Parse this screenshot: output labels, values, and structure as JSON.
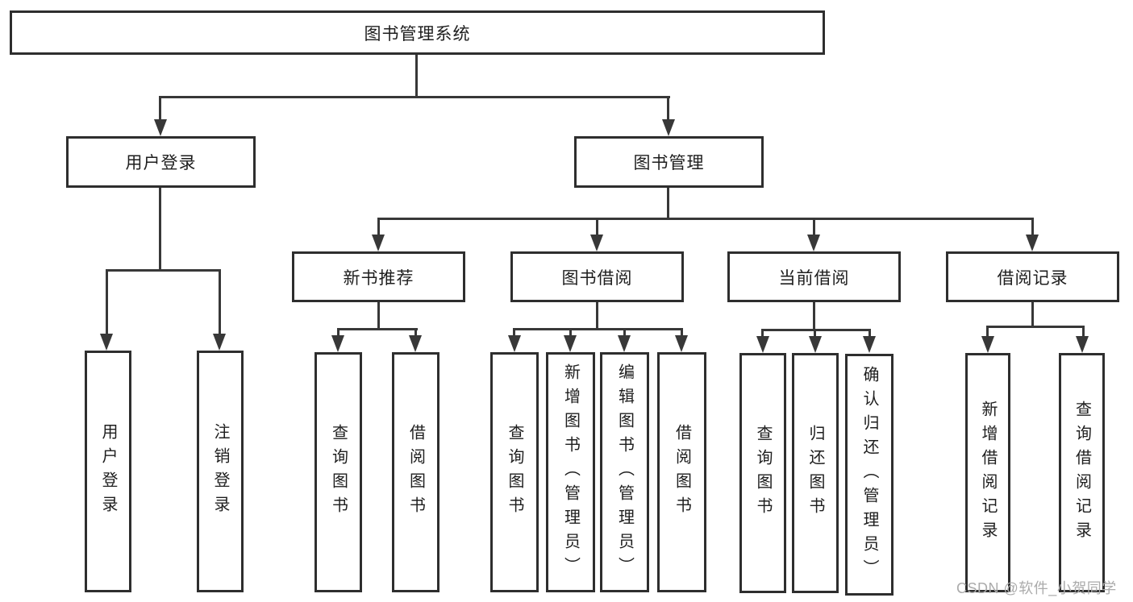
{
  "tree": {
    "root": "图书管理系统",
    "branches": [
      {
        "label": "用户登录",
        "leaves": [
          "用户登录",
          "注销登录"
        ]
      },
      {
        "label": "图书管理",
        "groups": [
          {
            "label": "新书推荐",
            "leaves": [
              "查询图书",
              "借阅图书"
            ]
          },
          {
            "label": "图书借阅",
            "leaves": [
              "查询图书",
              "新增图书（管理员）",
              "编辑图书（管理员）",
              "借阅图书"
            ]
          },
          {
            "label": "当前借阅",
            "leaves": [
              "查询图书",
              "归还图书",
              "确认归还（管理员）"
            ]
          },
          {
            "label": "借阅记录",
            "leaves": [
              "新增借阅记录",
              "查询借阅记录"
            ]
          }
        ]
      }
    ]
  },
  "watermark": "CSDN @软件_小贺同学",
  "colors": {
    "line": "#383838",
    "box_border": "#2e2e2e",
    "text": "#1e1e1e",
    "watermark": "#ababab",
    "background": "#ffffff"
  }
}
